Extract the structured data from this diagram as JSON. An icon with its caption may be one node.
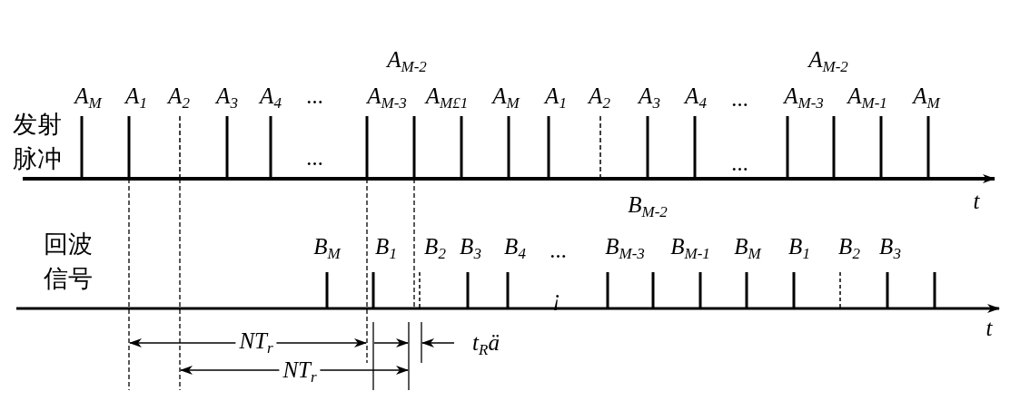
{
  "diagram": {
    "labels": [
      "A$_{M-2}$",
      "A$_{M-2}$",
      "A$_{M}$",
      "A$_{1}$",
      "A$_{2}$",
      "A$_{3}$",
      "A$_{4}$",
      "...",
      "A$_{M-3}$",
      "A$_{M£1}$",
      "A$_{M}$",
      "A$_{1}$",
      "A$_{2}$",
      "A$_{3}$",
      "A$_{4}$",
      "...",
      "A$_{M-3}$",
      "A$_{M-1}$",
      "A$_{M}$",
      "发射脉冲",
      "...",
      "...",
      "t",
      "B$_{M-2}$",
      "回波信号",
      "B$_{M}$",
      "B$_{1}$",
      "B$_{2}$",
      "B$_{3}$",
      "B$_{4}$",
      "...",
      "B$_{M-3}$",
      "B$_{M-1}$",
      "B$_{M}$",
      "B$_{1}$",
      "B$_{2}$",
      "B$_{3}$",
      "¡",
      "t",
      "NT$_{r}$",
      "t$_{R}$ä",
      "NT$_{r}$"
    ]
  }
}
